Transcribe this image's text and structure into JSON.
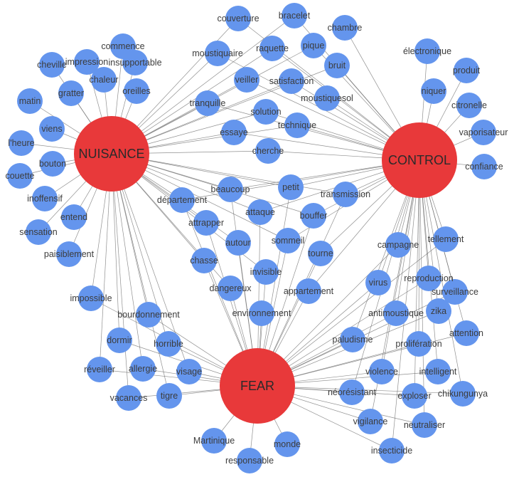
{
  "colors": {
    "hub": "#E8393A",
    "node": "#6495ED",
    "edge": "#6b6b6b",
    "label": "#3c3c3c"
  },
  "hubs": [
    {
      "id": "NUISANCE",
      "label": "NUISANCE"
    },
    {
      "id": "CONTROL",
      "label": "CONTROL"
    },
    {
      "id": "FEAR",
      "label": "FEAR"
    }
  ],
  "nodes": [
    {
      "id": "commence",
      "label": "commence"
    },
    {
      "id": "impression",
      "label": "impression"
    },
    {
      "id": "insupportable",
      "label": "insupportable"
    },
    {
      "id": "cheville",
      "label": "cheville"
    },
    {
      "id": "chaleur",
      "label": "chaleur"
    },
    {
      "id": "gratter",
      "label": "gratter"
    },
    {
      "id": "oreilles",
      "label": "oreilles"
    },
    {
      "id": "matin",
      "label": "matin"
    },
    {
      "id": "viens",
      "label": "viens"
    },
    {
      "id": "lheure",
      "label": "l'heure"
    },
    {
      "id": "bouton",
      "label": "bouton"
    },
    {
      "id": "couette",
      "label": "couette"
    },
    {
      "id": "inoffensif",
      "label": "inoffensif"
    },
    {
      "id": "entend",
      "label": "entend"
    },
    {
      "id": "sensation",
      "label": "sensation"
    },
    {
      "id": "paisiblement",
      "label": "paisiblement"
    },
    {
      "id": "couverture",
      "label": "couverture"
    },
    {
      "id": "bracelet",
      "label": "bracelet"
    },
    {
      "id": "chambre",
      "label": "chambre"
    },
    {
      "id": "moustiquaire",
      "label": "moustiquaire"
    },
    {
      "id": "raquette",
      "label": "raquette"
    },
    {
      "id": "pique",
      "label": "pique"
    },
    {
      "id": "bruit",
      "label": "bruit"
    },
    {
      "id": "veiller",
      "label": "veiller"
    },
    {
      "id": "satisfaction",
      "label": "satisfaction"
    },
    {
      "id": "moustiquesol",
      "label": "moustiquesol"
    },
    {
      "id": "tranquille",
      "label": "tranquille"
    },
    {
      "id": "solution",
      "label": "solution"
    },
    {
      "id": "technique",
      "label": "technique"
    },
    {
      "id": "essaye",
      "label": "essaye"
    },
    {
      "id": "cherche",
      "label": "cherche"
    },
    {
      "id": "electronique",
      "label": "électronique"
    },
    {
      "id": "produit",
      "label": "produit"
    },
    {
      "id": "niquer",
      "label": "niquer"
    },
    {
      "id": "citronelle",
      "label": "citronelle"
    },
    {
      "id": "vaporisateur",
      "label": "vaporisateur"
    },
    {
      "id": "confiance",
      "label": "confiance"
    },
    {
      "id": "beaucoup",
      "label": "beaucoup"
    },
    {
      "id": "petit",
      "label": "petit"
    },
    {
      "id": "transmission",
      "label": "transmission"
    },
    {
      "id": "departement",
      "label": "département"
    },
    {
      "id": "attaque",
      "label": "attaque"
    },
    {
      "id": "bouffer",
      "label": "bouffer"
    },
    {
      "id": "attrapper",
      "label": "attrapper"
    },
    {
      "id": "autour",
      "label": "autour"
    },
    {
      "id": "sommeil",
      "label": "sommeil"
    },
    {
      "id": "chasse",
      "label": "chasse"
    },
    {
      "id": "tourne",
      "label": "tourne"
    },
    {
      "id": "invisible",
      "label": "invisible"
    },
    {
      "id": "dangereux",
      "label": "dangereux"
    },
    {
      "id": "appartement",
      "label": "appartement"
    },
    {
      "id": "environnement",
      "label": "environnement"
    },
    {
      "id": "campagne",
      "label": "campagne"
    },
    {
      "id": "tellement",
      "label": "tellement"
    },
    {
      "id": "reproduction",
      "label": "reproduction"
    },
    {
      "id": "virus",
      "label": "virus"
    },
    {
      "id": "surveillance",
      "label": "surveillance"
    },
    {
      "id": "antimoustique",
      "label": "antimoustique"
    },
    {
      "id": "zika",
      "label": "zika"
    },
    {
      "id": "attention",
      "label": "attention"
    },
    {
      "id": "paludisme",
      "label": "paludisme"
    },
    {
      "id": "proliferation",
      "label": "prolifération"
    },
    {
      "id": "intelligent",
      "label": "intelligent"
    },
    {
      "id": "violence",
      "label": "violence"
    },
    {
      "id": "neoresistant",
      "label": "néorésistant"
    },
    {
      "id": "exploser",
      "label": "exploser"
    },
    {
      "id": "chikungunya",
      "label": "chikungunya"
    },
    {
      "id": "vigilance",
      "label": "vigilance"
    },
    {
      "id": "neutraliser",
      "label": "neutraliser"
    },
    {
      "id": "insecticide",
      "label": "insecticide"
    },
    {
      "id": "impossible",
      "label": "impossible"
    },
    {
      "id": "bourdonnement",
      "label": "bourdonnement"
    },
    {
      "id": "dormir",
      "label": "dormir"
    },
    {
      "id": "horrible",
      "label": "horrible"
    },
    {
      "id": "reveiller",
      "label": "réveiller"
    },
    {
      "id": "allergie",
      "label": "allergie"
    },
    {
      "id": "visage",
      "label": "visage"
    },
    {
      "id": "vacances",
      "label": "vacances"
    },
    {
      "id": "tigre",
      "label": "tigre"
    },
    {
      "id": "martinique",
      "label": "Martinique"
    },
    {
      "id": "responsable",
      "label": "responsable"
    },
    {
      "id": "monde",
      "label": "monde"
    }
  ],
  "edges": [
    [
      "NUISANCE",
      "commence"
    ],
    [
      "NUISANCE",
      "impression"
    ],
    [
      "NUISANCE",
      "insupportable"
    ],
    [
      "NUISANCE",
      "cheville"
    ],
    [
      "NUISANCE",
      "chaleur"
    ],
    [
      "NUISANCE",
      "gratter"
    ],
    [
      "NUISANCE",
      "oreilles"
    ],
    [
      "NUISANCE",
      "matin"
    ],
    [
      "NUISANCE",
      "viens"
    ],
    [
      "NUISANCE",
      "lheure"
    ],
    [
      "NUISANCE",
      "bouton"
    ],
    [
      "NUISANCE",
      "couette"
    ],
    [
      "NUISANCE",
      "inoffensif"
    ],
    [
      "NUISANCE",
      "entend"
    ],
    [
      "NUISANCE",
      "sensation"
    ],
    [
      "NUISANCE",
      "paisiblement"
    ],
    [
      "NUISANCE",
      "couverture"
    ],
    [
      "NUISANCE",
      "bracelet"
    ],
    [
      "NUISANCE",
      "moustiquaire"
    ],
    [
      "NUISANCE",
      "raquette"
    ],
    [
      "NUISANCE",
      "pique"
    ],
    [
      "NUISANCE",
      "bruit"
    ],
    [
      "NUISANCE",
      "veiller"
    ],
    [
      "NUISANCE",
      "satisfaction"
    ],
    [
      "NUISANCE",
      "tranquille"
    ],
    [
      "NUISANCE",
      "solution"
    ],
    [
      "NUISANCE",
      "essaye"
    ],
    [
      "NUISANCE",
      "technique"
    ],
    [
      "NUISANCE",
      "cherche"
    ],
    [
      "NUISANCE",
      "beaucoup"
    ],
    [
      "NUISANCE",
      "petit"
    ],
    [
      "NUISANCE",
      "transmission"
    ],
    [
      "NUISANCE",
      "departement"
    ],
    [
      "NUISANCE",
      "attaque"
    ],
    [
      "NUISANCE",
      "bouffer"
    ],
    [
      "NUISANCE",
      "attrapper"
    ],
    [
      "NUISANCE",
      "autour"
    ],
    [
      "NUISANCE",
      "sommeil"
    ],
    [
      "NUISANCE",
      "chasse"
    ],
    [
      "NUISANCE",
      "dangereux"
    ],
    [
      "NUISANCE",
      "invisible"
    ],
    [
      "NUISANCE",
      "impossible"
    ],
    [
      "NUISANCE",
      "bourdonnement"
    ],
    [
      "NUISANCE",
      "dormir"
    ],
    [
      "NUISANCE",
      "horrible"
    ],
    [
      "NUISANCE",
      "reveiller"
    ],
    [
      "NUISANCE",
      "allergie"
    ],
    [
      "NUISANCE",
      "visage"
    ],
    [
      "NUISANCE",
      "vacances"
    ],
    [
      "NUISANCE",
      "tigre"
    ],
    [
      "CONTROL",
      "electronique"
    ],
    [
      "CONTROL",
      "produit"
    ],
    [
      "CONTROL",
      "niquer"
    ],
    [
      "CONTROL",
      "citronelle"
    ],
    [
      "CONTROL",
      "vaporisateur"
    ],
    [
      "CONTROL",
      "confiance"
    ],
    [
      "CONTROL",
      "couverture"
    ],
    [
      "CONTROL",
      "bracelet"
    ],
    [
      "CONTROL",
      "chambre"
    ],
    [
      "CONTROL",
      "moustiquaire"
    ],
    [
      "CONTROL",
      "raquette"
    ],
    [
      "CONTROL",
      "pique"
    ],
    [
      "CONTROL",
      "bruit"
    ],
    [
      "CONTROL",
      "veiller"
    ],
    [
      "CONTROL",
      "satisfaction"
    ],
    [
      "CONTROL",
      "moustiquesol"
    ],
    [
      "CONTROL",
      "tranquille"
    ],
    [
      "CONTROL",
      "solution"
    ],
    [
      "CONTROL",
      "technique"
    ],
    [
      "CONTROL",
      "essaye"
    ],
    [
      "CONTROL",
      "cherche"
    ],
    [
      "CONTROL",
      "beaucoup"
    ],
    [
      "CONTROL",
      "petit"
    ],
    [
      "CONTROL",
      "transmission"
    ],
    [
      "CONTROL",
      "departement"
    ],
    [
      "CONTROL",
      "attaque"
    ],
    [
      "CONTROL",
      "bouffer"
    ],
    [
      "CONTROL",
      "sommeil"
    ],
    [
      "CONTROL",
      "tourne"
    ],
    [
      "CONTROL",
      "appartement"
    ],
    [
      "CONTROL",
      "campagne"
    ],
    [
      "CONTROL",
      "tellement"
    ],
    [
      "CONTROL",
      "reproduction"
    ],
    [
      "CONTROL",
      "virus"
    ],
    [
      "CONTROL",
      "surveillance"
    ],
    [
      "CONTROL",
      "antimoustique"
    ],
    [
      "CONTROL",
      "zika"
    ],
    [
      "CONTROL",
      "attention"
    ],
    [
      "CONTROL",
      "paludisme"
    ],
    [
      "CONTROL",
      "proliferation"
    ],
    [
      "CONTROL",
      "intelligent"
    ],
    [
      "CONTROL",
      "violence"
    ],
    [
      "CONTROL",
      "neoresistant"
    ],
    [
      "CONTROL",
      "exploser"
    ],
    [
      "CONTROL",
      "chikungunya"
    ],
    [
      "CONTROL",
      "vigilance"
    ],
    [
      "CONTROL",
      "neutraliser"
    ],
    [
      "CONTROL",
      "insecticide"
    ],
    [
      "FEAR",
      "beaucoup"
    ],
    [
      "FEAR",
      "petit"
    ],
    [
      "FEAR",
      "transmission"
    ],
    [
      "FEAR",
      "departement"
    ],
    [
      "FEAR",
      "attaque"
    ],
    [
      "FEAR",
      "bouffer"
    ],
    [
      "FEAR",
      "attrapper"
    ],
    [
      "FEAR",
      "autour"
    ],
    [
      "FEAR",
      "sommeil"
    ],
    [
      "FEAR",
      "chasse"
    ],
    [
      "FEAR",
      "tourne"
    ],
    [
      "FEAR",
      "invisible"
    ],
    [
      "FEAR",
      "dangereux"
    ],
    [
      "FEAR",
      "appartement"
    ],
    [
      "FEAR",
      "environnement"
    ],
    [
      "FEAR",
      "campagne"
    ],
    [
      "FEAR",
      "tellement"
    ],
    [
      "FEAR",
      "reproduction"
    ],
    [
      "FEAR",
      "virus"
    ],
    [
      "FEAR",
      "surveillance"
    ],
    [
      "FEAR",
      "antimoustique"
    ],
    [
      "FEAR",
      "zika"
    ],
    [
      "FEAR",
      "attention"
    ],
    [
      "FEAR",
      "paludisme"
    ],
    [
      "FEAR",
      "proliferation"
    ],
    [
      "FEAR",
      "intelligent"
    ],
    [
      "FEAR",
      "violence"
    ],
    [
      "FEAR",
      "neoresistant"
    ],
    [
      "FEAR",
      "exploser"
    ],
    [
      "FEAR",
      "chikungunya"
    ],
    [
      "FEAR",
      "vigilance"
    ],
    [
      "FEAR",
      "neutraliser"
    ],
    [
      "FEAR",
      "insecticide"
    ],
    [
      "FEAR",
      "impossible"
    ],
    [
      "FEAR",
      "bourdonnement"
    ],
    [
      "FEAR",
      "dormir"
    ],
    [
      "FEAR",
      "horrible"
    ],
    [
      "FEAR",
      "reveiller"
    ],
    [
      "FEAR",
      "allergie"
    ],
    [
      "FEAR",
      "visage"
    ],
    [
      "FEAR",
      "vacances"
    ],
    [
      "FEAR",
      "tigre"
    ],
    [
      "FEAR",
      "martinique"
    ],
    [
      "FEAR",
      "responsable"
    ],
    [
      "FEAR",
      "monde"
    ]
  ]
}
